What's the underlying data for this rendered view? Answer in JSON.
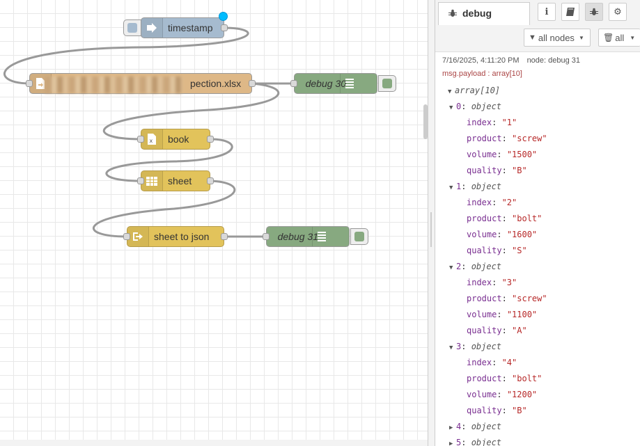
{
  "canvas": {
    "nodes": {
      "timestamp": {
        "label": "timestamp"
      },
      "file_in": {
        "label": "pection.xlsx"
      },
      "debug30": {
        "label": "debug 30"
      },
      "book": {
        "label": "book"
      },
      "sheet": {
        "label": "sheet"
      },
      "sheet_to_json": {
        "label": "sheet to json"
      },
      "debug31": {
        "label": "debug 31"
      }
    }
  },
  "sidebar": {
    "tab_label": "debug",
    "tab_icons": [
      "info-icon",
      "book-icon",
      "bug-icon",
      "gear-icon"
    ],
    "filter_label": "all nodes",
    "clear_label": "all",
    "message": {
      "timestamp": "7/16/2025, 4:11:20 PM",
      "node": "node: debug 31",
      "topic": "msg.payload : array[10]",
      "root": "array[10]",
      "items": [
        {
          "idx": "0",
          "type": "object",
          "expanded": true,
          "fields": [
            {
              "key": "index",
              "value": "\"1\""
            },
            {
              "key": "product",
              "value": "\"screw\""
            },
            {
              "key": "volume",
              "value": "\"1500\""
            },
            {
              "key": "quality",
              "value": "\"B\""
            }
          ]
        },
        {
          "idx": "1",
          "type": "object",
          "expanded": true,
          "fields": [
            {
              "key": "index",
              "value": "\"2\""
            },
            {
              "key": "product",
              "value": "\"bolt\""
            },
            {
              "key": "volume",
              "value": "\"1600\""
            },
            {
              "key": "quality",
              "value": "\"S\""
            }
          ]
        },
        {
          "idx": "2",
          "type": "object",
          "expanded": true,
          "fields": [
            {
              "key": "index",
              "value": "\"3\""
            },
            {
              "key": "product",
              "value": "\"screw\""
            },
            {
              "key": "volume",
              "value": "\"1100\""
            },
            {
              "key": "quality",
              "value": "\"A\""
            }
          ]
        },
        {
          "idx": "3",
          "type": "object",
          "expanded": true,
          "fields": [
            {
              "key": "index",
              "value": "\"4\""
            },
            {
              "key": "product",
              "value": "\"bolt\""
            },
            {
              "key": "volume",
              "value": "\"1200\""
            },
            {
              "key": "quality",
              "value": "\"B\""
            }
          ]
        },
        {
          "idx": "4",
          "type": "object",
          "expanded": false,
          "fields": []
        },
        {
          "idx": "5",
          "type": "object",
          "expanded": false,
          "fields": []
        }
      ]
    }
  }
}
